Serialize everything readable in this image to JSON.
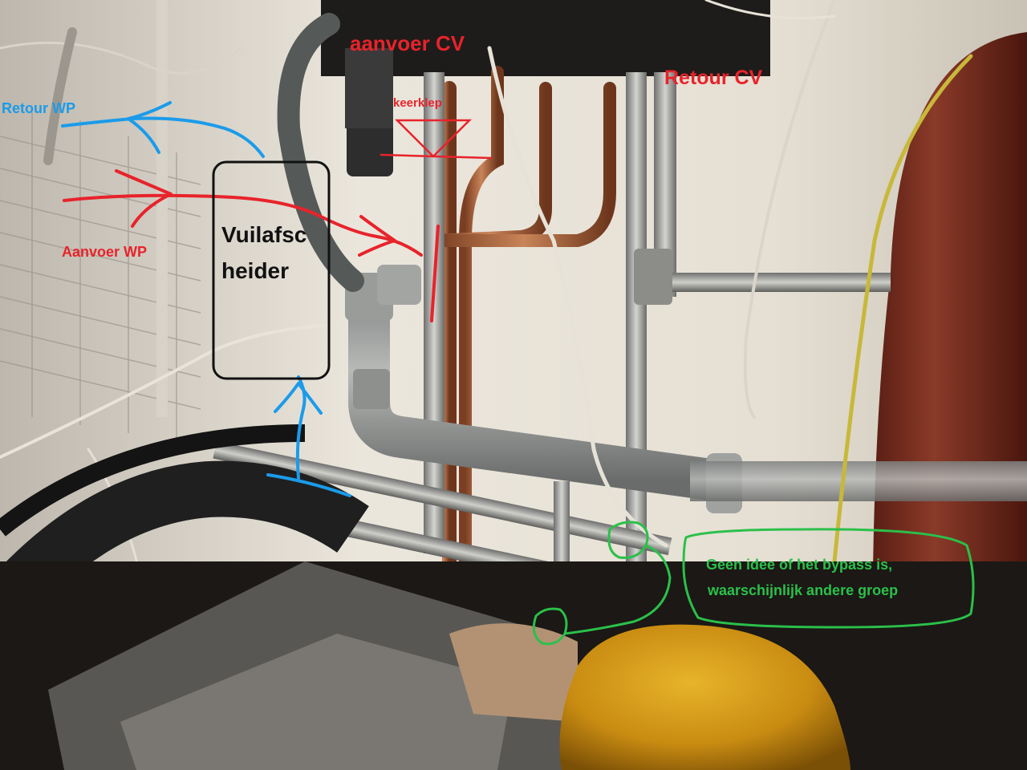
{
  "annotations": {
    "aanvoer_cv": "aanvoer CV",
    "retour_cv": "Retour CV",
    "keerklep": "keerklep",
    "retour_wp": "Retour WP",
    "aanvoer_wp": "Aanvoer WP",
    "vuilafscheider_line1": "Vuilafsc",
    "vuilafscheider_line2": "heider",
    "note_line1": "Geen idee of het bypass is,",
    "note_line2": "waarschijnlijk andere groep"
  },
  "colors": {
    "red_annotation": "#e8232b",
    "blue_annotation": "#1b9bea",
    "green_annotation": "#2bc04a",
    "box_outline": "#111111",
    "wall": "#e8e2d6"
  }
}
